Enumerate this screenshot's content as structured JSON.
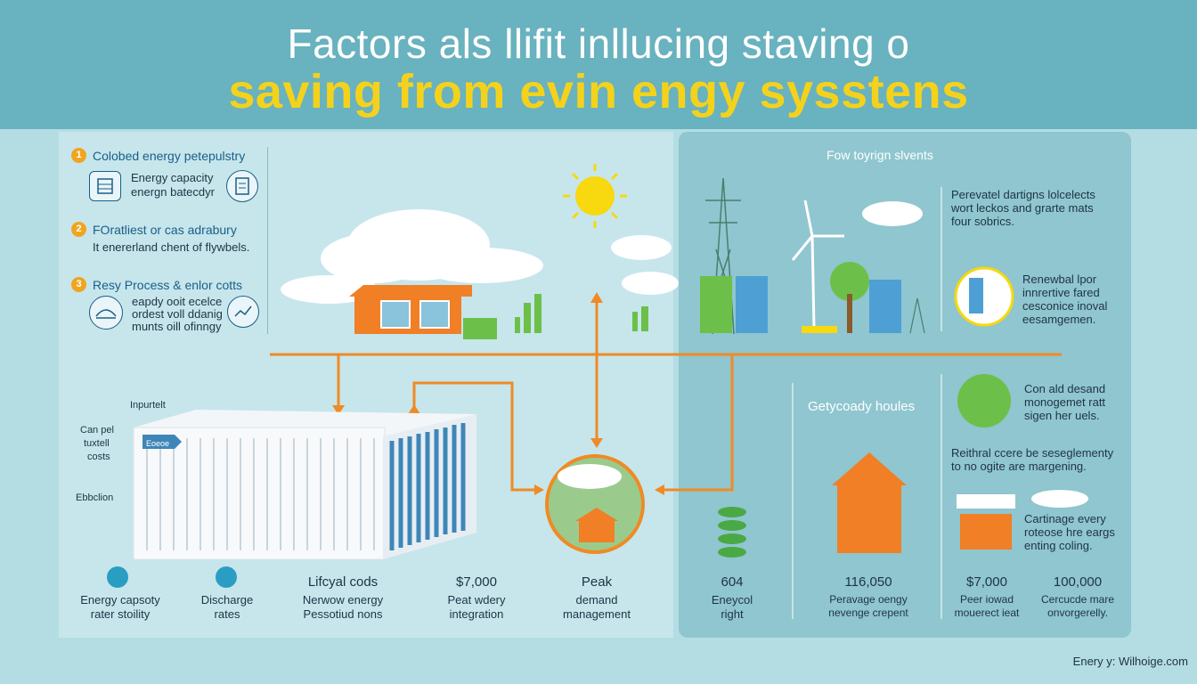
{
  "title": {
    "line1": "Factors als llifit inllucing staving o",
    "line2": "saving from evin engy sysstens"
  },
  "left_list": [
    {
      "num": "1",
      "heading": "Colobed energy petepulstry",
      "text": [
        "Energy capacity",
        "energn batecdyr"
      ]
    },
    {
      "num": "2",
      "heading": "FOratliest or cas adrabury",
      "text": [
        "It enererland chent of flywbels."
      ]
    },
    {
      "num": "3",
      "heading": "Resy Process & enlor cotts",
      "text": [
        "eapdy ooit ecelce",
        "ordest voll ddanig",
        "munts oill ofinngy"
      ]
    }
  ],
  "container_labels": {
    "top": "Inpurtelt",
    "side": [
      "Can pel",
      "tuxtell",
      "costs"
    ],
    "bottom": "Ebbclion",
    "tag": "Eoeoe"
  },
  "right_panel": {
    "header": "Fow toyrign slvents",
    "note1": [
      "Perevatel dartigns lolcelects",
      "wort leckos and grarte mats",
      "four sobrics."
    ],
    "note2": [
      "Renewbal lpor",
      "innrertive fared",
      "cesconice inoval",
      "eesamgemen."
    ],
    "section": "Getycoady houles",
    "note3": [
      "Con ald desand",
      "monogemet ratt",
      "sigen her uels."
    ],
    "note4": [
      "Reithral ccere be seseglementy",
      "to no ogite are margening."
    ],
    "note5": [
      "Cartinage every",
      "roteose hre eargs",
      "enting coling."
    ]
  },
  "bottom_stats": [
    {
      "value": "",
      "label": [
        "Energy capsoty",
        "rater stoility"
      ],
      "icon": "battery-icon"
    },
    {
      "value": "",
      "label": [
        "Discharge",
        "rates"
      ],
      "icon": "wave-icon"
    },
    {
      "value": "Lifcyal cods",
      "label": [
        "Nerwow energy",
        "Pessotiud nons"
      ]
    },
    {
      "value": "$7,000",
      "label": [
        "Peat wdery",
        "integration"
      ]
    },
    {
      "value": "Peak",
      "label": [
        "demand",
        "management"
      ]
    },
    {
      "value": "604",
      "label": [
        "Eneycol",
        "right"
      ]
    },
    {
      "value": "116,050",
      "label": [
        "Peravage oengy",
        "nevenge crepent"
      ]
    },
    {
      "value": "$7,000",
      "label": [
        "Peer iowad",
        "mouerect ieat"
      ]
    },
    {
      "value": "100,000",
      "label": [
        "Cercucde mare",
        "onvorgerelly."
      ]
    }
  ],
  "footer": "Enery y: Wilhoige.com",
  "colors": {
    "header": "#69b2bf",
    "title_accent": "#f4d21c",
    "arrow": "#f08a24",
    "house": "#f07f26",
    "green": "#6cc04a"
  }
}
